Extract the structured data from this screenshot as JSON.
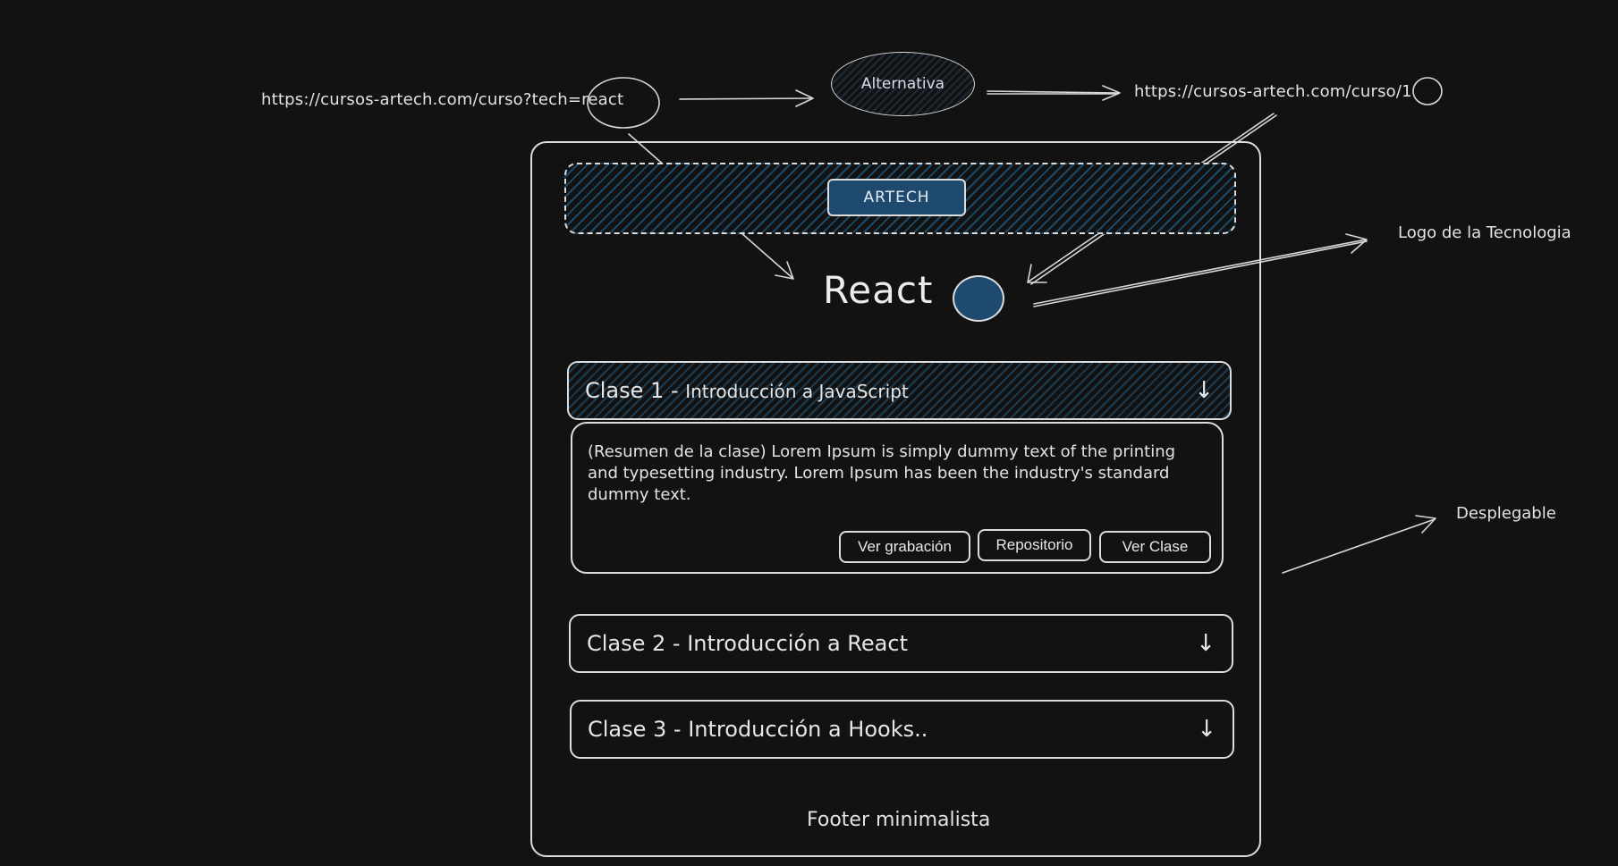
{
  "annotations": {
    "url_query": "https://cursos-artech.com/curso?tech=react",
    "alternative_label": "Alternativa",
    "url_path": "https://cursos-artech.com/curso/1",
    "logo_note": "Logo de la Tecnologia",
    "dropdown_note": "Desplegable"
  },
  "header": {
    "brand": "ARTECH"
  },
  "course": {
    "title": "React"
  },
  "classes": [
    {
      "number": "Clase 1",
      "separator": " - ",
      "name": "Introducción a JavaScript",
      "expanded": true,
      "summary": "(Resumen de la clase) Lorem Ipsum is simply dummy text of the printing and typesetting industry. Lorem Ipsum has been the industry's standard dummy text.",
      "actions": {
        "recording": "Ver grabación",
        "repository": "Repositorio",
        "class": "Ver Clase"
      }
    },
    {
      "label": "Clase 2 - Introducción a React",
      "expanded": false
    },
    {
      "label": "Clase 3 - Introducción a Hooks..",
      "expanded": false
    }
  ],
  "chevron": "↓",
  "footer": {
    "text": "Footer minimalista"
  },
  "colors": {
    "background": "#121212",
    "accent": "#1d4a6e",
    "stroke": "#dcdcdc"
  }
}
